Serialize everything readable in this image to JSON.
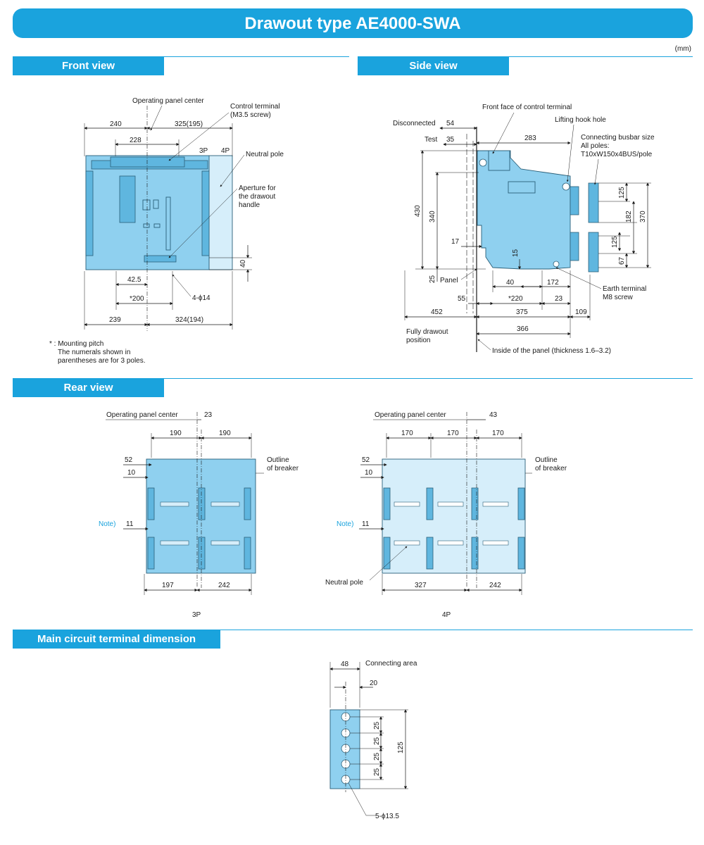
{
  "title": "Drawout type AE4000-SWA",
  "unit": "(mm)",
  "sections": {
    "front": "Front view",
    "side": "Side view",
    "rear": "Rear view",
    "terminal": "Main circuit terminal dimension"
  },
  "front_view": {
    "operating_panel_center": "Operating panel center",
    "control_terminal_1": "Control terminal",
    "control_terminal_2": "(M3.5 screw)",
    "neutral_pole": "Neutral pole",
    "aperture_1": "Aperture for",
    "aperture_2": "the drawout",
    "aperture_3": "handle",
    "p3": "3P",
    "p4": "4P",
    "d240": "240",
    "d325": "325(195)",
    "d228": "228",
    "d40": "40",
    "d42_5": "42.5",
    "d200": "*200",
    "phi14": "4-ϕ14",
    "d239": "239",
    "d324": "324(194)",
    "note_1": "* : Mounting pitch",
    "note_2": "The numerals shown in",
    "note_3": "parentheses are for 3 poles."
  },
  "side_view": {
    "disconnected": "Disconnected",
    "test": "Test",
    "d54": "54",
    "d35": "35",
    "front_face": "Front face of control terminal",
    "lifting": "Lifting hook hole",
    "busbar_1": "Connecting busbar size",
    "busbar_2": "All poles:",
    "busbar_3": "T10xW150x4BUS/pole",
    "d283": "283",
    "d430": "430",
    "d340": "340",
    "d17": "17",
    "d15": "15",
    "d25": "25",
    "panel": "Panel",
    "d40": "40",
    "d172": "172",
    "d55": "55",
    "d220": "*220",
    "d23": "23",
    "d452": "452",
    "d375": "375",
    "d109": "109",
    "d366": "366",
    "d125a": "125",
    "d182": "182",
    "d370": "370",
    "d125b": "125",
    "d67": "67",
    "earth_1": "Earth terminal",
    "earth_2": "M8 screw",
    "drawout_1": "Fully drawout",
    "drawout_2": "position",
    "inside_panel": "Inside of the panel (thickness 1.6–3.2)"
  },
  "rear_3p": {
    "operating_panel_center": "Operating panel center",
    "d23": "23",
    "d190a": "190",
    "d190b": "190",
    "d52": "52",
    "d10": "10",
    "outline_1": "Outline",
    "outline_2": "of breaker",
    "note": "Note)",
    "d11": "11",
    "d197": "197",
    "d242": "242",
    "label": "3P"
  },
  "rear_4p": {
    "operating_panel_center": "Operating panel center",
    "d43": "43",
    "d170a": "170",
    "d170b": "170",
    "d170c": "170",
    "d52": "52",
    "d10": "10",
    "outline_1": "Outline",
    "outline_2": "of breaker",
    "note": "Note)",
    "d11": "11",
    "neutral_pole": "Neutral pole",
    "d327": "327",
    "d242": "242",
    "label": "4P"
  },
  "terminal": {
    "d48": "48",
    "connecting_area": "Connecting area",
    "d20": "20",
    "d25a": "25",
    "d25b": "25",
    "d25c": "25",
    "d25d": "25",
    "d125": "125",
    "holes": "5-ϕ13.5"
  },
  "colors": {
    "accent": "#1aa3dd",
    "body": "#8fd0ef",
    "body_light": "#d6eefa"
  }
}
